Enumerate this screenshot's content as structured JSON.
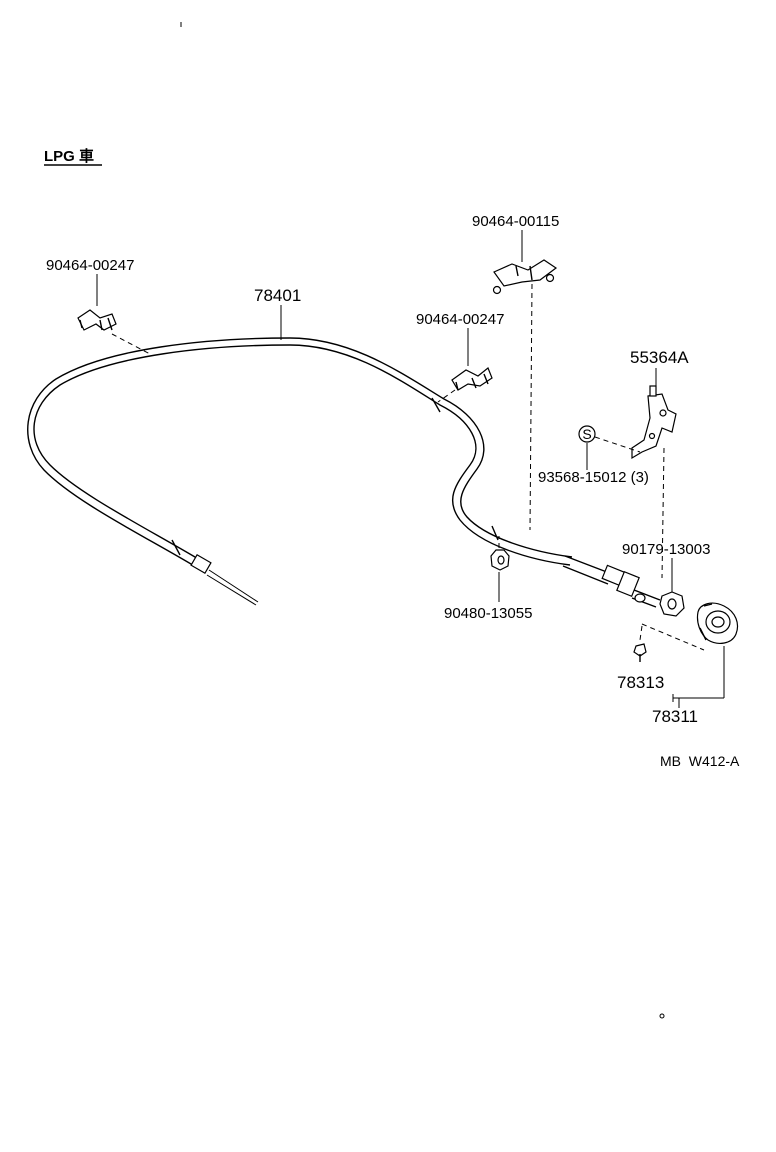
{
  "title": "LPG 車",
  "diagram_code": "MB  W412-A",
  "parts": {
    "cable": "78401",
    "clamp_left": "90464-00247",
    "clamp_mid": "90464-00247",
    "clamp_top": "90464-00115",
    "bracket": "55364A",
    "screw": "93568-15012 (3)",
    "grommet": "90480-13055",
    "nut": "90179-13003",
    "knob_screw": "78313",
    "knob_assy": "78311"
  },
  "screw_symbol": "S"
}
